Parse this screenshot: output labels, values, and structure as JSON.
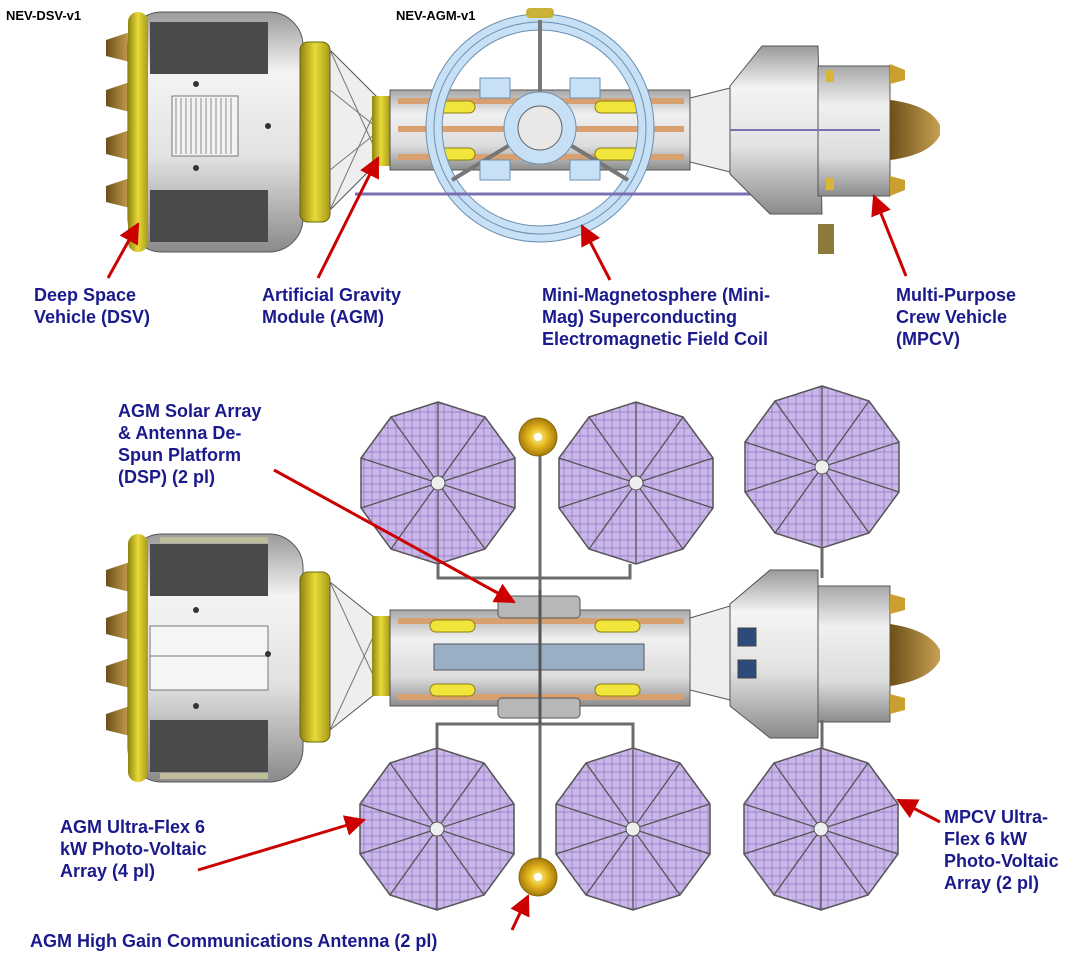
{
  "colors": {
    "label": "#1a1a8c",
    "arrow": "#cc0000",
    "hull_light": "#e9e9e9",
    "hull_dark": "#4a4a4a",
    "gold": "#d4c21a",
    "ring": "#c8e0f5",
    "solar": "#c9b3e6",
    "engine": "#b38a3a",
    "copper": "#d8a070"
  },
  "tags": {
    "dsv": "NEV-DSV-v1",
    "agm": "NEV-AGM-v1"
  },
  "labels": {
    "dsv": "Deep Space\nVehicle (DSV)",
    "agm": "Artificial Gravity\nModule (AGM)",
    "minimag": "Mini-Magnetosphere (Mini-\nMag) Superconducting\nElectromagnetic Field Coil",
    "mpcv": "Multi-Purpose\nCrew Vehicle\n(MPCV)",
    "dsp": "AGM Solar Array\n& Antenna De-\nSpun Platform\n(DSP) (2 pl)",
    "agm_pv": "AGM Ultra-Flex 6\nkW Photo-Voltaic\nArray (4 pl)",
    "mpcv_pv": "MPCV Ultra-\nFlex 6 kW\nPhoto-Voltaic\nArray (2 pl)",
    "antenna": "AGM High Gain Communications Antenna (2 pl)"
  }
}
